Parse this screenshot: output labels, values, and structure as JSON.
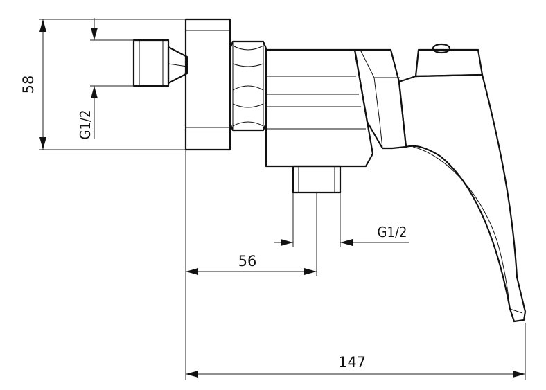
{
  "drawing": {
    "dimensions": {
      "height_label": "58",
      "inlet_thread_label": "G1/2",
      "outlet_thread_label": "G1/2",
      "outlet_offset_label": "56",
      "total_length_label": "147"
    }
  }
}
